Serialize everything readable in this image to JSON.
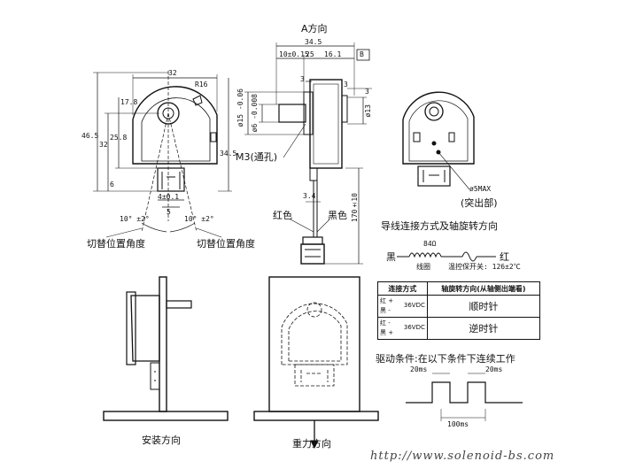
{
  "labels": {
    "a_direction": "A方向",
    "b_datum": "B",
    "m3": "M3(通孔)",
    "red": "红色",
    "black": "黑色",
    "switch_angle_left": "切替位置角度",
    "switch_angle_right": "切替位置角度",
    "wiring_title": "导线连接方式及轴旋转方向",
    "phi5max": "ø5MAX",
    "protrusion": "(突出部)",
    "mounting": "安装方向",
    "gravity": "重力方向",
    "drive_condition": "驱动条件:在以下条件下连续工作",
    "watermark": "http://www.solenoid-bs.com"
  },
  "dims": {
    "w32": "32",
    "r16": "R16",
    "h46_5": "46.5",
    "h32": "32",
    "h25_8": "25.8",
    "h34_5": "34.5",
    "h17_8": "17.8",
    "h6": "6",
    "w4": "4±0.1",
    "w5": "5",
    "angle_left": "10° ±2°",
    "angle_right": "10° ±2°",
    "l34_5": "34.5",
    "l10": "10±0.15",
    "l25": "25",
    "l16_1": "16.1",
    "l3a": "3",
    "l3b": "3",
    "l3c": "3",
    "d15": "ø15 -0.06",
    "d6": "ø6 -0.008",
    "d13": "ø13",
    "l3_4": "3.4",
    "l170": "170±10"
  },
  "circuit": {
    "black": "黑",
    "red": "红",
    "ohm": "84Ω",
    "coil": "线圈",
    "thermal": "温控保开关: 126±2℃"
  },
  "table": {
    "head_conn": "连接方式",
    "head_dir": "轴旋转方向(从轴侧出端看)",
    "row1_red": "红 +",
    "row1_black": "黑 -",
    "row1_volt": "36VDC",
    "row1_dir": "顺时针",
    "row2_red": "红 -",
    "row2_black": "黑 +",
    "row2_volt": "36VDC",
    "row2_dir": "逆时针"
  },
  "pulse": {
    "on1": "20ms",
    "on2": "20ms",
    "period": "100ms"
  }
}
